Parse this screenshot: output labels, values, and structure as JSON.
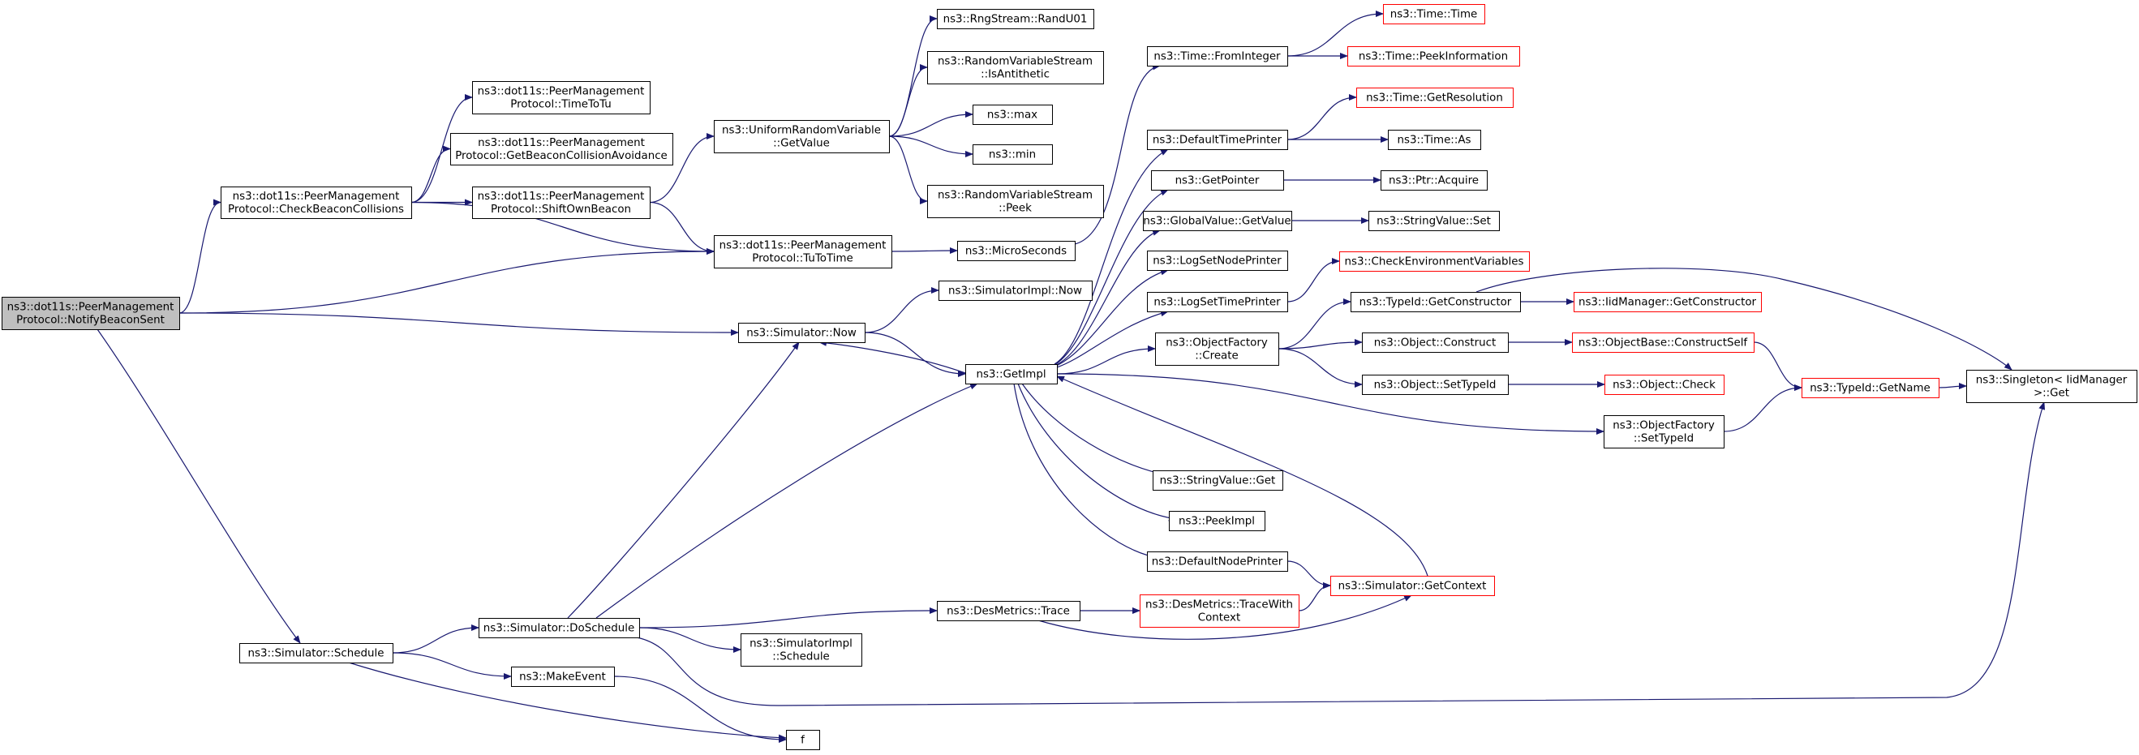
{
  "diagram": {
    "kind": "doxygen call graph",
    "colors": {
      "edge": "#191970",
      "node_border_default": "#000000",
      "node_border_truncated": "#ff0000",
      "root_fill": "#bfbfbf",
      "node_fill": "#ffffff"
    },
    "nodes": [
      {
        "id": "root",
        "lines": [
          "ns3::dot11s::PeerManagement",
          "Protocol::NotifyBeaconSent"
        ],
        "style": "root"
      },
      {
        "id": "checkBeacon",
        "lines": [
          "ns3::dot11s::PeerManagement",
          "Protocol::CheckBeaconCollisions"
        ],
        "style": "normal"
      },
      {
        "id": "timeToTu",
        "lines": [
          "ns3::dot11s::PeerManagement",
          "Protocol::TimeToTu"
        ],
        "style": "normal"
      },
      {
        "id": "getBeaconAvoid",
        "lines": [
          "ns3::dot11s::PeerManagement",
          "Protocol::GetBeaconCollisionAvoidance"
        ],
        "style": "normal"
      },
      {
        "id": "shiftOwnBeacon",
        "lines": [
          "ns3::dot11s::PeerManagement",
          "Protocol::ShiftOwnBeacon"
        ],
        "style": "normal"
      },
      {
        "id": "tuToTime",
        "lines": [
          "ns3::dot11s::PeerManagement",
          "Protocol::TuToTime"
        ],
        "style": "normal"
      },
      {
        "id": "uniformGetValue",
        "lines": [
          "ns3::UniformRandomVariable",
          "::GetValue"
        ],
        "style": "normal"
      },
      {
        "id": "randU01",
        "lines": [
          "ns3::RngStream::RandU01"
        ],
        "style": "normal"
      },
      {
        "id": "isAntithetic",
        "lines": [
          "ns3::RandomVariableStream",
          "::IsAntithetic"
        ],
        "style": "normal"
      },
      {
        "id": "max",
        "lines": [
          "ns3::max"
        ],
        "style": "normal"
      },
      {
        "id": "min",
        "lines": [
          "ns3::min"
        ],
        "style": "normal"
      },
      {
        "id": "peek",
        "lines": [
          "ns3::RandomVariableStream",
          "::Peek"
        ],
        "style": "normal"
      },
      {
        "id": "microSeconds",
        "lines": [
          "ns3::MicroSeconds"
        ],
        "style": "normal"
      },
      {
        "id": "fromInteger",
        "lines": [
          "ns3::Time::FromInteger"
        ],
        "style": "normal"
      },
      {
        "id": "timeTime",
        "lines": [
          "ns3::Time::Time"
        ],
        "style": "truncated"
      },
      {
        "id": "peekInformation",
        "lines": [
          "ns3::Time::PeekInformation"
        ],
        "style": "truncated"
      },
      {
        "id": "getResolution",
        "lines": [
          "ns3::Time::GetResolution"
        ],
        "style": "truncated"
      },
      {
        "id": "defaultTimePrinter",
        "lines": [
          "ns3::DefaultTimePrinter"
        ],
        "style": "normal"
      },
      {
        "id": "timeAs",
        "lines": [
          "ns3::Time::As"
        ],
        "style": "normal"
      },
      {
        "id": "getPointer",
        "lines": [
          "ns3::GetPointer"
        ],
        "style": "normal"
      },
      {
        "id": "ptrAcquire",
        "lines": [
          "ns3::Ptr::Acquire"
        ],
        "style": "normal"
      },
      {
        "id": "globalValueGet",
        "lines": [
          "ns3::GlobalValue::GetValue"
        ],
        "style": "normal"
      },
      {
        "id": "stringValueSet",
        "lines": [
          "ns3::StringValue::Set"
        ],
        "style": "normal"
      },
      {
        "id": "logSetNodePrinter",
        "lines": [
          "ns3::LogSetNodePrinter"
        ],
        "style": "normal"
      },
      {
        "id": "checkEnvVars",
        "lines": [
          "ns3::CheckEnvironmentVariables"
        ],
        "style": "truncated"
      },
      {
        "id": "logSetTimePrinter",
        "lines": [
          "ns3::LogSetTimePrinter"
        ],
        "style": "normal"
      },
      {
        "id": "typeIdGetConstructor",
        "lines": [
          "ns3::TypeId::GetConstructor"
        ],
        "style": "normal"
      },
      {
        "id": "iidGetConstructor",
        "lines": [
          "ns3::IidManager::GetConstructor"
        ],
        "style": "truncated"
      },
      {
        "id": "simulatorImplNow",
        "lines": [
          "ns3::SimulatorImpl::Now"
        ],
        "style": "normal"
      },
      {
        "id": "simulatorNow",
        "lines": [
          "ns3::Simulator::Now"
        ],
        "style": "normal"
      },
      {
        "id": "objectFactoryCreate",
        "lines": [
          "ns3::ObjectFactory",
          "::Create"
        ],
        "style": "normal"
      },
      {
        "id": "objectConstruct",
        "lines": [
          "ns3::Object::Construct"
        ],
        "style": "normal"
      },
      {
        "id": "constructSelf",
        "lines": [
          "ns3::ObjectBase::ConstructSelf"
        ],
        "style": "truncated"
      },
      {
        "id": "getImpl",
        "lines": [
          "ns3::GetImpl"
        ],
        "style": "normal"
      },
      {
        "id": "objectSetTypeId",
        "lines": [
          "ns3::Object::SetTypeId"
        ],
        "style": "normal"
      },
      {
        "id": "objectCheck",
        "lines": [
          "ns3::Object::Check"
        ],
        "style": "truncated"
      },
      {
        "id": "typeIdGetName",
        "lines": [
          "ns3::TypeId::GetName"
        ],
        "style": "truncated"
      },
      {
        "id": "singletonGet",
        "lines": [
          "ns3::Singleton< IidManager",
          " >::Get"
        ],
        "style": "normal"
      },
      {
        "id": "factorySetTypeId",
        "lines": [
          "ns3::ObjectFactory",
          "::SetTypeId"
        ],
        "style": "normal"
      },
      {
        "id": "stringValueGet",
        "lines": [
          "ns3::StringValue::Get"
        ],
        "style": "normal"
      },
      {
        "id": "peekImpl",
        "lines": [
          "ns3::PeekImpl"
        ],
        "style": "normal"
      },
      {
        "id": "defaultNodePrinter",
        "lines": [
          "ns3::DefaultNodePrinter"
        ],
        "style": "normal"
      },
      {
        "id": "getContext",
        "lines": [
          "ns3::Simulator::GetContext"
        ],
        "style": "truncated"
      },
      {
        "id": "desTraceWith",
        "lines": [
          "ns3::DesMetrics::TraceWith",
          "Context"
        ],
        "style": "truncated"
      },
      {
        "id": "desTrace",
        "lines": [
          "ns3::DesMetrics::Trace"
        ],
        "style": "normal"
      },
      {
        "id": "doSchedule",
        "lines": [
          "ns3::Simulator::DoSchedule"
        ],
        "style": "normal"
      },
      {
        "id": "simImplSchedule",
        "lines": [
          "ns3::SimulatorImpl",
          "::Schedule"
        ],
        "style": "normal"
      },
      {
        "id": "simulatorSchedule",
        "lines": [
          "ns3::Simulator::Schedule"
        ],
        "style": "normal"
      },
      {
        "id": "makeEvent",
        "lines": [
          "ns3::MakeEvent"
        ],
        "style": "normal"
      },
      {
        "id": "f",
        "lines": [
          "f"
        ],
        "style": "normal"
      }
    ],
    "edges": [
      [
        "root",
        "checkBeacon"
      ],
      [
        "root",
        "tuToTime"
      ],
      [
        "root",
        "simulatorNow"
      ],
      [
        "root",
        "simulatorSchedule"
      ],
      [
        "checkBeacon",
        "timeToTu"
      ],
      [
        "checkBeacon",
        "getBeaconAvoid"
      ],
      [
        "checkBeacon",
        "shiftOwnBeacon"
      ],
      [
        "checkBeacon",
        "tuToTime"
      ],
      [
        "shiftOwnBeacon",
        "uniformGetValue"
      ],
      [
        "shiftOwnBeacon",
        "tuToTime"
      ],
      [
        "uniformGetValue",
        "randU01"
      ],
      [
        "uniformGetValue",
        "isAntithetic"
      ],
      [
        "uniformGetValue",
        "max"
      ],
      [
        "uniformGetValue",
        "min"
      ],
      [
        "uniformGetValue",
        "peek"
      ],
      [
        "tuToTime",
        "microSeconds"
      ],
      [
        "microSeconds",
        "fromInteger"
      ],
      [
        "fromInteger",
        "timeTime"
      ],
      [
        "fromInteger",
        "peekInformation"
      ],
      [
        "simulatorNow",
        "simulatorImplNow"
      ],
      [
        "simulatorNow",
        "getImpl"
      ],
      [
        "getImpl",
        "defaultTimePrinter"
      ],
      [
        "getImpl",
        "getPointer"
      ],
      [
        "getImpl",
        "globalValueGet"
      ],
      [
        "getImpl",
        "logSetNodePrinter"
      ],
      [
        "getImpl",
        "logSetTimePrinter"
      ],
      [
        "getImpl",
        "simulatorNow"
      ],
      [
        "getImpl",
        "objectFactoryCreate"
      ],
      [
        "getImpl",
        "factorySetTypeId"
      ],
      [
        "getImpl",
        "stringValueGet"
      ],
      [
        "getImpl",
        "peekImpl"
      ],
      [
        "getImpl",
        "defaultNodePrinter"
      ],
      [
        "defaultTimePrinter",
        "getResolution"
      ],
      [
        "defaultTimePrinter",
        "timeAs"
      ],
      [
        "getPointer",
        "ptrAcquire"
      ],
      [
        "globalValueGet",
        "stringValueSet"
      ],
      [
        "logSetTimePrinter",
        "checkEnvVars"
      ],
      [
        "objectFactoryCreate",
        "typeIdGetConstructor"
      ],
      [
        "objectFactoryCreate",
        "objectConstruct"
      ],
      [
        "objectFactoryCreate",
        "objectSetTypeId"
      ],
      [
        "typeIdGetConstructor",
        "iidGetConstructor"
      ],
      [
        "typeIdGetConstructor",
        "singletonGet"
      ],
      [
        "objectConstruct",
        "constructSelf"
      ],
      [
        "constructSelf",
        "typeIdGetName"
      ],
      [
        "objectSetTypeId",
        "objectCheck"
      ],
      [
        "typeIdGetName",
        "singletonGet"
      ],
      [
        "factorySetTypeId",
        "typeIdGetName"
      ],
      [
        "defaultNodePrinter",
        "getContext"
      ],
      [
        "getContext",
        "getImpl"
      ],
      [
        "simulatorSchedule",
        "doSchedule"
      ],
      [
        "simulatorSchedule",
        "makeEvent"
      ],
      [
        "simulatorSchedule",
        "f"
      ],
      [
        "doSchedule",
        "simulatorNow"
      ],
      [
        "doSchedule",
        "getImpl"
      ],
      [
        "doSchedule",
        "desTrace"
      ],
      [
        "doSchedule",
        "simImplSchedule"
      ],
      [
        "doSchedule",
        "singletonGet"
      ],
      [
        "desTrace",
        "desTraceWith"
      ],
      [
        "desTrace",
        "getContext"
      ],
      [
        "desTraceWith",
        "getContext"
      ],
      [
        "makeEvent",
        "f"
      ]
    ]
  }
}
